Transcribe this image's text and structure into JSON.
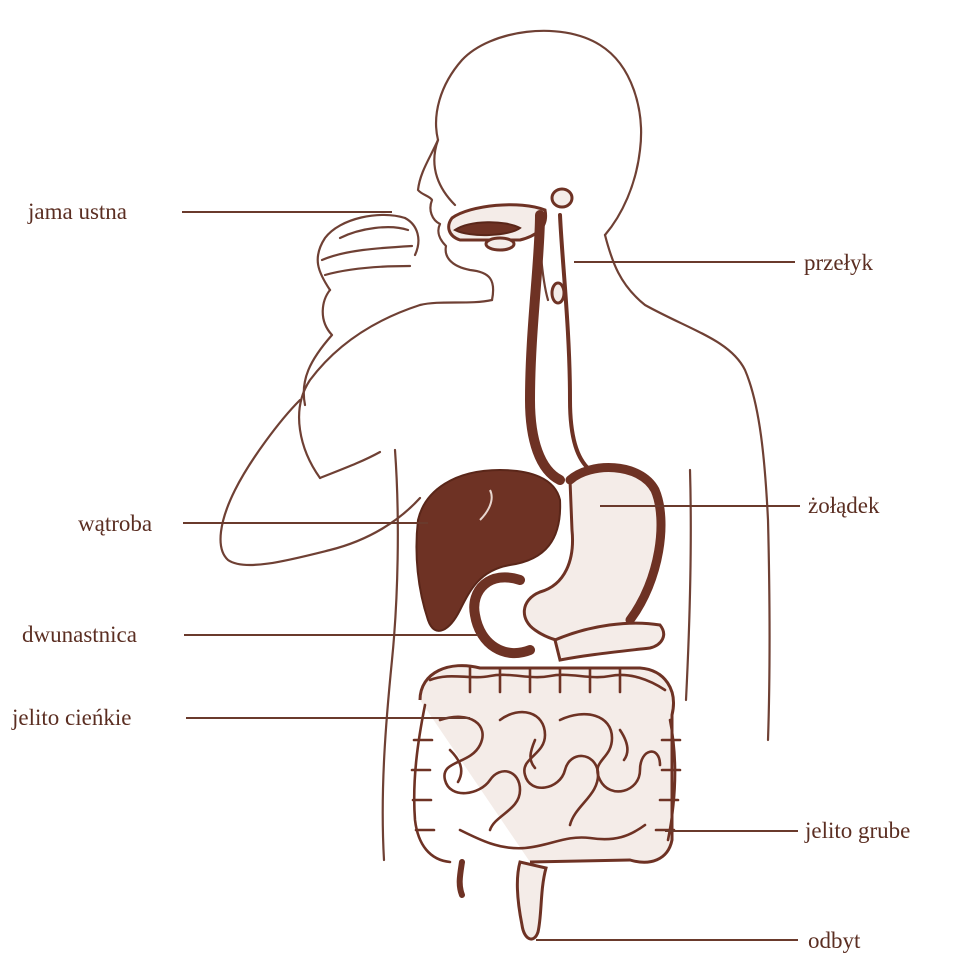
{
  "labels": {
    "mouth": "jama ustna",
    "esophagus": "przełyk",
    "liver": "wątroba",
    "stomach": "żołądek",
    "duodenum": "dwunastnica",
    "small_intestine": "jelito cieńkie",
    "large_intestine": "jelito grube",
    "anus": "odbyt"
  },
  "colors": {
    "ink": "#5b2e22",
    "organ": "#6e3224"
  }
}
